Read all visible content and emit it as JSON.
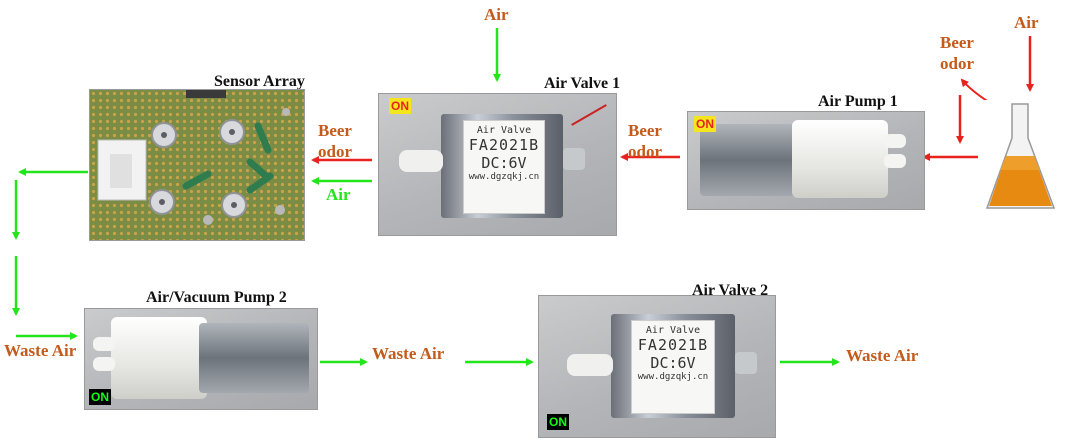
{
  "colors": {
    "red": "#e8231d",
    "green": "#22e61a",
    "orange": "#c45a1b",
    "on_yellow": "#f5e51f",
    "on_green_text": "#14ff14"
  },
  "components": {
    "sensor_array": {
      "title": "Sensor Array"
    },
    "air_valve_1": {
      "title": "Air Valve 1",
      "status": "ON",
      "label": {
        "line1": "Air Valve",
        "line2": "FA2021B",
        "line3": "DC:6V",
        "line4": "www.dgzqkj.cn"
      }
    },
    "air_pump_1": {
      "title": "Air Pump 1",
      "status": "ON"
    },
    "air_vacuum_pump_2": {
      "title": "Air/Vacuum Pump 2",
      "status": "ON"
    },
    "air_valve_2": {
      "title": "Air Valve 2",
      "status": "ON",
      "label": {
        "line1": "Air Valve",
        "line2": "FA2021B",
        "line3": "DC:6V",
        "line4": "www.dgzqkj.cn"
      }
    }
  },
  "flow_labels": {
    "air_top": "Air",
    "air_flask": "Air",
    "beer_odor_flask": "Beer\nodor",
    "beer_odor_pump_to_valve": "Beer\nodor",
    "beer_odor_valve_to_sensor": "Beer\nodor",
    "air_to_sensor": "Air",
    "waste_air_left": "Waste Air",
    "waste_air_middle": "Waste Air",
    "waste_air_right": "Waste Air"
  }
}
